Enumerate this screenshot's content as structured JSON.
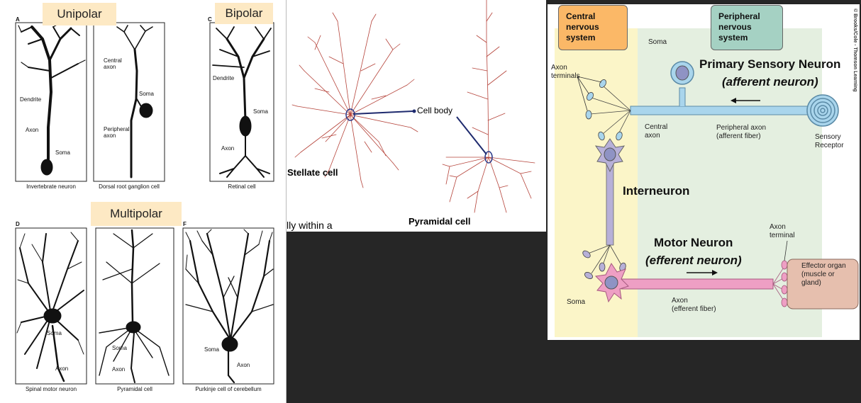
{
  "left_panel": {
    "headers": {
      "unipolar": "Unipolar",
      "bipolar": "Bipolar",
      "multipolar": "Multipolar"
    },
    "panel_letters": {
      "a": "A",
      "c": "C",
      "d": "D",
      "f": "F"
    },
    "labels": {
      "dendrite_a": "Dendrite",
      "axon_a": "Axon",
      "soma_a": "Soma",
      "central_axon": "Central\naxon",
      "soma_b": "Soma",
      "peripheral_axon": "Peripheral\naxon",
      "dendrite_c": "Dendrite",
      "soma_c": "Soma",
      "axon_c": "Axon",
      "soma_d": "Soma",
      "axon_d": "Axon",
      "soma_e": "Soma",
      "axon_e": "Axon",
      "soma_f": "Soma",
      "axon_f": "Axon"
    },
    "captions": {
      "invertebrate": "Invertebrate neuron",
      "drg": "Dorsal root ganglion cell",
      "retinal": "Retinal cell",
      "spinal_motor": "Spinal motor neuron",
      "pyramidal": "Pyramidal cell",
      "purkinje": "Purkinje cell of cerebellum"
    }
  },
  "middle_panel": {
    "stellate": "Stellate cell",
    "pyramidal": "Pyramidal cell",
    "cell_body": "Cell body",
    "fragment": "lly within a"
  },
  "right_panel": {
    "cns_box": "Central\nnervous\nsystem",
    "pns_box": "Peripheral\nnervous\nsystem",
    "copyright": "© Brooks/Cole - Thomson Learning",
    "soma_top": "Soma",
    "primary_sensory": "Primary Sensory Neuron",
    "afferent": "(afferent neuron)",
    "axon_terminals": "Axon\nterminals",
    "central_axon": "Central\naxon",
    "peripheral_axon": "Peripheral axon\n(afferent fiber)",
    "sensory_receptor": "Sensory\nReceptor",
    "interneuron": "Interneuron",
    "motor_neuron": "Motor Neuron",
    "efferent": "(efferent neuron)",
    "axon_terminal": "Axon\nterminal",
    "effector_organ": "Effector organ\n(muscle or\ngland)",
    "soma_bottom": "Soma",
    "axon_efferent": "Axon\n(efferent fiber)"
  },
  "colors": {
    "highlight": "#fde9c4",
    "cns_zone": "#fbf5c8",
    "pns_zone": "#e4efe0",
    "cns_box": "#fbb867",
    "pns_box": "#a5d1c3",
    "sensory": "#a9d5ec",
    "inter": "#b7b0d8",
    "motor": "#ee9fc4",
    "effector": "#e6bfae",
    "neuron_red": "#b5433a"
  }
}
